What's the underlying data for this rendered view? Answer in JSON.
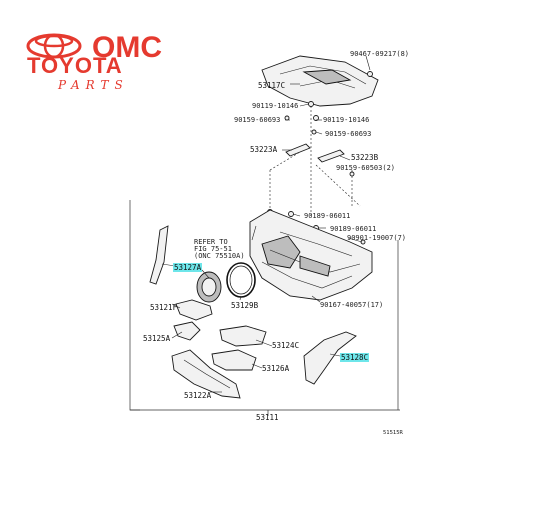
{
  "logo": {
    "brand_top": "OMC",
    "brand_main": "TOYOTA",
    "brand_sub": "PARTS",
    "color": "#e53a2f"
  },
  "highlight_color": "#6ee6ea",
  "labels": {
    "p1": "90467-09217(8)",
    "p2": "53117C",
    "p3": "90119-10146",
    "p4": "90159-60693",
    "p5": "90119-10146",
    "p6": "90159-60693",
    "p7": "53223A",
    "p8": "53223B",
    "p9": "90159-60503(2)",
    "p10": "90189-06011",
    "p11": "90189-06011",
    "p12": "90901-19007(7)",
    "p13": "REFER TO",
    "p14": "FIG 75-51",
    "p15": "(ONC 75510A)",
    "p16": "53127A",
    "p17": "53121F",
    "p18": "53129B",
    "p19": "90167-40057(17)",
    "p20": "53125A",
    "p21": "53124C",
    "p22": "53128C",
    "p23": "53126A",
    "p24": "53122A",
    "p25": "53111",
    "p26": "51515R"
  }
}
